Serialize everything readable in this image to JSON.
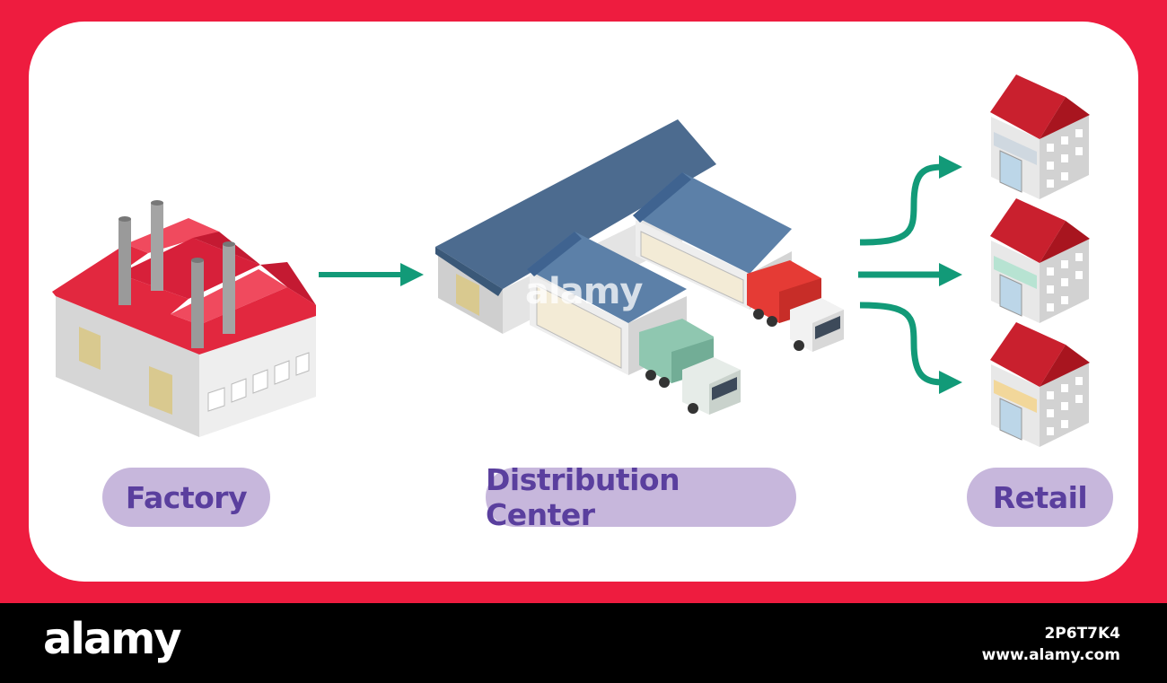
{
  "nodes": {
    "factory": "Factory",
    "distribution": "Distribution Center",
    "retail": "Retail"
  },
  "watermark": "alamy",
  "footer": {
    "brand": "alamy",
    "image_id": "2P6T7K4",
    "site": "www.alamy.com"
  },
  "colors": {
    "border": "#ee1c3f",
    "arrow": "#129a78",
    "pill_bg": "#c7b7dc",
    "pill_text": "#5a3f9e"
  }
}
